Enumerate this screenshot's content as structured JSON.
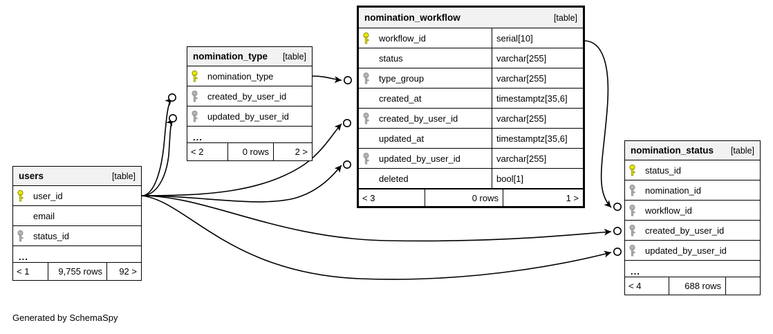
{
  "diagram": {
    "caption": "Generated by SchemaSpy",
    "kind_label": "[table]",
    "ellipsis": "...",
    "colors": {
      "primary_key": "#e8e800",
      "foreign_key": "#b3b3b3",
      "header_bg": "#f2f2f2",
      "border": "#000000",
      "background": "#ffffff"
    }
  },
  "tables": {
    "nomination_workflow": {
      "name": "nomination_workflow",
      "kind": "[table]",
      "columns": [
        {
          "key": "primary-key",
          "name": "workflow_id",
          "type": "serial[10]"
        },
        {
          "key": "none",
          "name": "status",
          "type": "varchar[255]"
        },
        {
          "key": "foreign-key",
          "name": "type_group",
          "type": "varchar[255]"
        },
        {
          "key": "none",
          "name": "created_at",
          "type": "timestamptz[35,6]"
        },
        {
          "key": "foreign-key",
          "name": "created_by_user_id",
          "type": "varchar[255]"
        },
        {
          "key": "none",
          "name": "updated_at",
          "type": "timestamptz[35,6]"
        },
        {
          "key": "foreign-key",
          "name": "updated_by_user_id",
          "type": "varchar[255]"
        },
        {
          "key": "none",
          "name": "deleted",
          "type": "bool[1]"
        }
      ],
      "footer": {
        "left": "< 3",
        "middle": "0 rows",
        "right": "1 >"
      }
    },
    "nomination_type": {
      "name": "nomination_type",
      "kind": "[table]",
      "columns": [
        {
          "key": "primary-key",
          "name": "nomination_type",
          "type": ""
        },
        {
          "key": "foreign-key",
          "name": "created_by_user_id",
          "type": ""
        },
        {
          "key": "foreign-key",
          "name": "updated_by_user_id",
          "type": ""
        }
      ],
      "has_ellipsis": true,
      "footer": {
        "left": "< 2",
        "middle": "0 rows",
        "right": "2 >"
      }
    },
    "users": {
      "name": "users",
      "kind": "[table]",
      "columns": [
        {
          "key": "primary-key",
          "name": "user_id",
          "type": ""
        },
        {
          "key": "none",
          "name": "email",
          "type": ""
        },
        {
          "key": "foreign-key",
          "name": "status_id",
          "type": ""
        }
      ],
      "has_ellipsis": true,
      "footer": {
        "left": "< 1",
        "middle": "9,755 rows",
        "right": "92 >"
      }
    },
    "nomination_status": {
      "name": "nomination_status",
      "kind": "[table]",
      "columns": [
        {
          "key": "primary-key",
          "name": "status_id",
          "type": ""
        },
        {
          "key": "foreign-key",
          "name": "nomination_id",
          "type": ""
        },
        {
          "key": "foreign-key",
          "name": "workflow_id",
          "type": ""
        },
        {
          "key": "foreign-key",
          "name": "created_by_user_id",
          "type": ""
        },
        {
          "key": "foreign-key",
          "name": "updated_by_user_id",
          "type": ""
        }
      ],
      "has_ellipsis": true,
      "footer": {
        "left": "< 4",
        "middle": "688 rows",
        "right": ""
      }
    }
  },
  "relationships": [
    {
      "from_table": "nomination_type",
      "from_column": "nomination_type",
      "to_table": "nomination_workflow",
      "to_column": "type_group"
    },
    {
      "from_table": "users",
      "from_column": "user_id",
      "to_table": "nomination_type",
      "to_column": "created_by_user_id"
    },
    {
      "from_table": "users",
      "from_column": "user_id",
      "to_table": "nomination_type",
      "to_column": "updated_by_user_id"
    },
    {
      "from_table": "users",
      "from_column": "user_id",
      "to_table": "nomination_workflow",
      "to_column": "created_by_user_id"
    },
    {
      "from_table": "users",
      "from_column": "user_id",
      "to_table": "nomination_workflow",
      "to_column": "updated_by_user_id"
    },
    {
      "from_table": "users",
      "from_column": "user_id",
      "to_table": "nomination_status",
      "to_column": "created_by_user_id"
    },
    {
      "from_table": "users",
      "from_column": "user_id",
      "to_table": "nomination_status",
      "to_column": "updated_by_user_id"
    },
    {
      "from_table": "nomination_workflow",
      "from_column": "workflow_id",
      "to_table": "nomination_status",
      "to_column": "workflow_id"
    }
  ]
}
